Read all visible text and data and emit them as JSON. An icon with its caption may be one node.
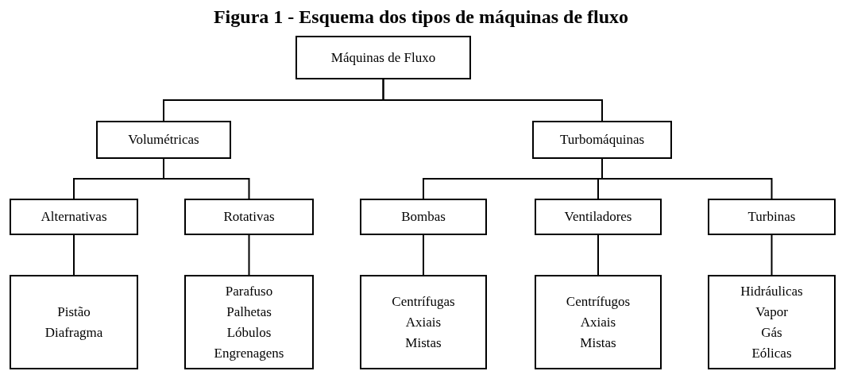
{
  "diagram": {
    "title": "Figura 1 - Esquema dos tipos de máquinas de fluxo",
    "nodes": [
      {
        "text": [
          "Máquinas de Fluxo"
        ]
      },
      {
        "text": [
          "Volumétricas"
        ]
      },
      {
        "text": [
          "Turbomáquinas"
        ]
      },
      {
        "text": [
          "Alternativas"
        ]
      },
      {
        "text": [
          "Rotativas"
        ]
      },
      {
        "text": [
          "Bombas"
        ]
      },
      {
        "text": [
          "Ventiladores"
        ]
      },
      {
        "text": [
          "Turbinas"
        ]
      },
      {
        "text": [
          "Pistão",
          "Diafragma"
        ]
      },
      {
        "text": [
          "Parafuso",
          "Palhetas",
          "Lóbulos",
          "Engrenagens"
        ]
      },
      {
        "text": [
          "Centrífugas",
          "Axiais",
          "Mistas"
        ]
      },
      {
        "text": [
          "Centrífugos",
          "Axiais",
          "Mistas"
        ]
      },
      {
        "text": [
          "Hidráulicas",
          "Vapor",
          "Gás",
          "Eólicas"
        ]
      }
    ],
    "edges": [
      {
        "from": 0,
        "to": 1,
        "arrow": "none"
      },
      {
        "from": 0,
        "to": 2,
        "arrow": "none"
      },
      {
        "from": 1,
        "to": 3,
        "arrow": "none"
      },
      {
        "from": 1,
        "to": 4,
        "arrow": "none"
      },
      {
        "from": 2,
        "to": 5,
        "arrow": "none"
      },
      {
        "from": 2,
        "to": 6,
        "arrow": "none"
      },
      {
        "from": 2,
        "to": 7,
        "arrow": "none"
      },
      {
        "from": 3,
        "to": 8,
        "arrow": "none"
      },
      {
        "from": 4,
        "to": 9,
        "arrow": "none"
      },
      {
        "from": 5,
        "to": 10,
        "arrow": "none"
      },
      {
        "from": 6,
        "to": 11,
        "arrow": "none"
      },
      {
        "from": 7,
        "to": 12,
        "arrow": "none"
      }
    ]
  }
}
